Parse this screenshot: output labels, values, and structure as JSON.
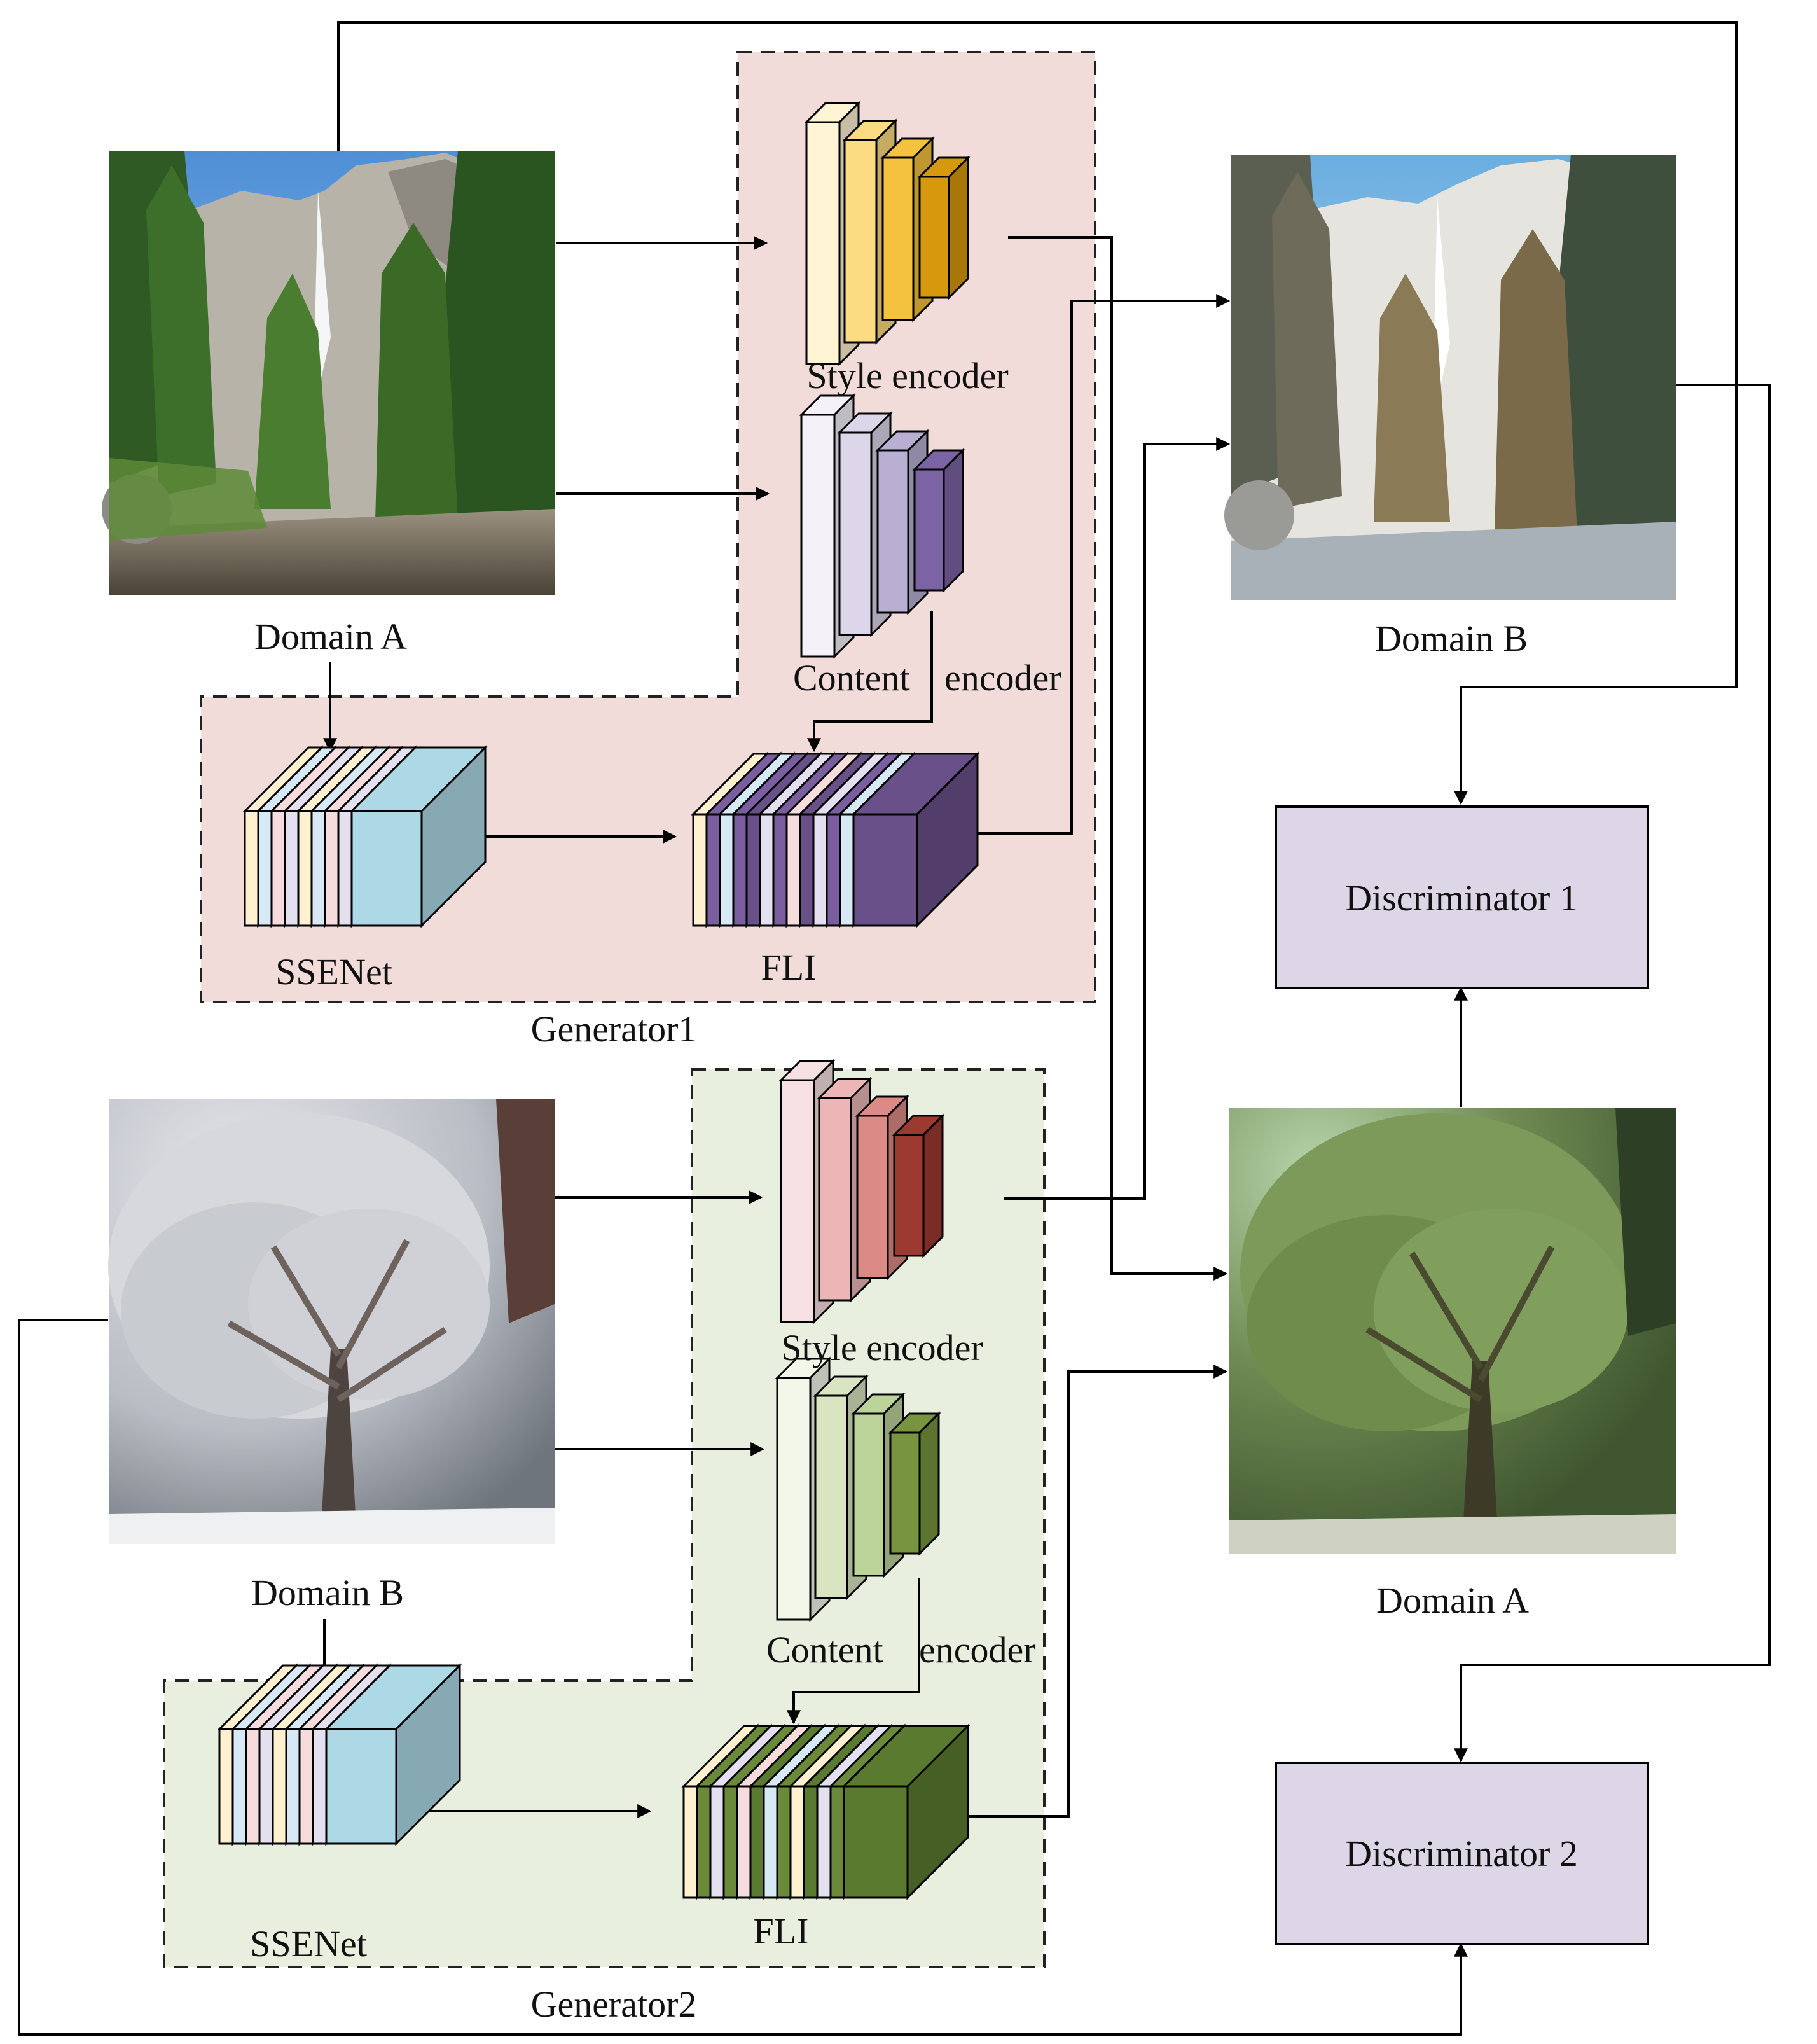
{
  "colors": {
    "generator1_bg": "#f2dcda",
    "generator2_bg": "#e8efdf",
    "discriminator_bg": "#dcd6e6",
    "style1": [
      "#fff4d4",
      "#fbdc82",
      "#f4c23e",
      "#d6980c"
    ],
    "content1": [
      "#f4f2f8",
      "#ddd6ea",
      "#b9afd3",
      "#7c63a3"
    ],
    "style2": [
      "#f7e0e1",
      "#ecb6b6",
      "#dc8a85",
      "#9c3931"
    ],
    "content2": [
      "#f3f7ea",
      "#d8e5c0",
      "#bcd49a",
      "#76953e"
    ],
    "fli1_main": "#6a5089",
    "fli2_main": "#5a7a30",
    "ssenet_main": "#acd9e5"
  },
  "labels": {
    "domain_a_input": "Domain A",
    "domain_b_input": "Domain B",
    "domain_b_output": "Domain B",
    "domain_a_output": "Domain A",
    "style_encoder_1": "Style encoder",
    "content_encoder_1_part1": "Content",
    "content_encoder_1_part2": "encoder",
    "style_encoder_2": "Style encoder",
    "content_encoder_2_part1": "Content",
    "content_encoder_2_part2": "encoder",
    "ssenet_1": "SSENet",
    "ssenet_2": "SSENet",
    "fli_1": "FLI",
    "fli_2": "FLI",
    "generator_1": "Generator1",
    "generator_2": "Generator2",
    "discriminator_1": "Discriminator 1",
    "discriminator_2": "Discriminator 2"
  }
}
